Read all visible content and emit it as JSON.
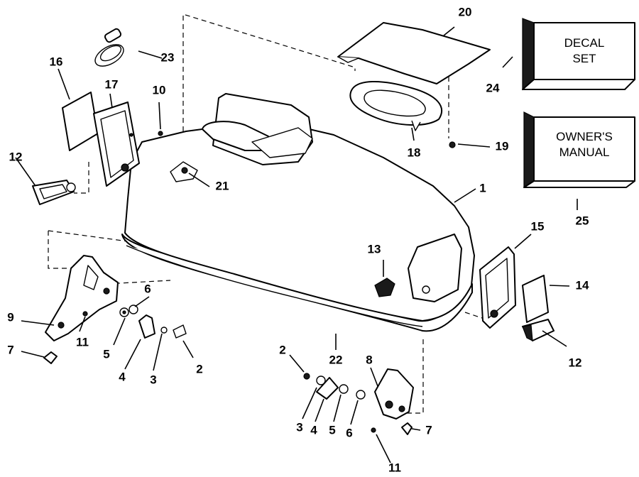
{
  "diagram": {
    "callouts": {
      "c1": "1",
      "c2a": "2",
      "c2b": "2",
      "c3a": "3",
      "c3b": "3",
      "c4a": "4",
      "c4b": "4",
      "c5a": "5",
      "c5b": "5",
      "c6a": "6",
      "c6b": "6",
      "c7a": "7",
      "c7b": "7",
      "c8": "8",
      "c9": "9",
      "c10": "10",
      "c11a": "11",
      "c11b": "11",
      "c12a": "12",
      "c12b": "12",
      "c13": "13",
      "c14": "14",
      "c15": "15",
      "c16": "16",
      "c17": "17",
      "c18": "18",
      "c19": "19",
      "c20": "20",
      "c21": "21",
      "c22": "22",
      "c23": "23",
      "c24": "24",
      "c25": "25"
    },
    "decal_box": {
      "line1": "DECAL",
      "line2": "SET"
    },
    "manual_box": {
      "line1": "OWNER'S",
      "line2": "MANUAL"
    }
  }
}
